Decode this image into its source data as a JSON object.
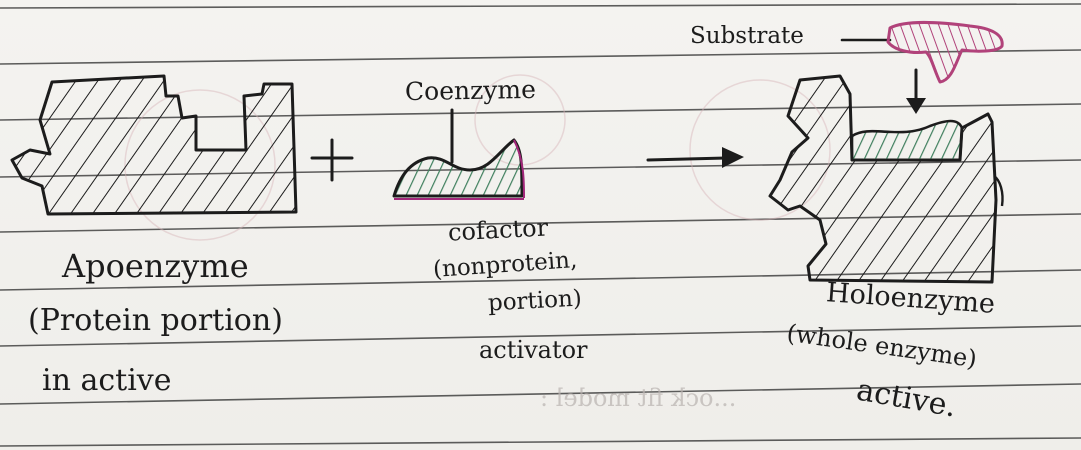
{
  "labels": {
    "coenzyme": "Coenzyme",
    "substrate": "Substrate",
    "apoenzyme": "Apoenzyme",
    "protein_portion": "(Protein portion)",
    "inactive": "in active",
    "cofactor": "cofactor",
    "nonprotein": "(nonprotein,",
    "portion": "portion)",
    "activator": "activator",
    "holoenzyme": "Holoenzyme",
    "whole_enzyme": "(whole enzyme)",
    "active": "active."
  },
  "operators": {
    "plus": "+",
    "arrow": "→"
  },
  "show_through_text": "...ock fit model :",
  "colors": {
    "ink": "#1c1c1c",
    "hatch_green": "#3f7f5e",
    "substrate_pink": "#b1427a",
    "cofactor_outline": "#a2277a",
    "rule_line": "#2a2a2a"
  }
}
